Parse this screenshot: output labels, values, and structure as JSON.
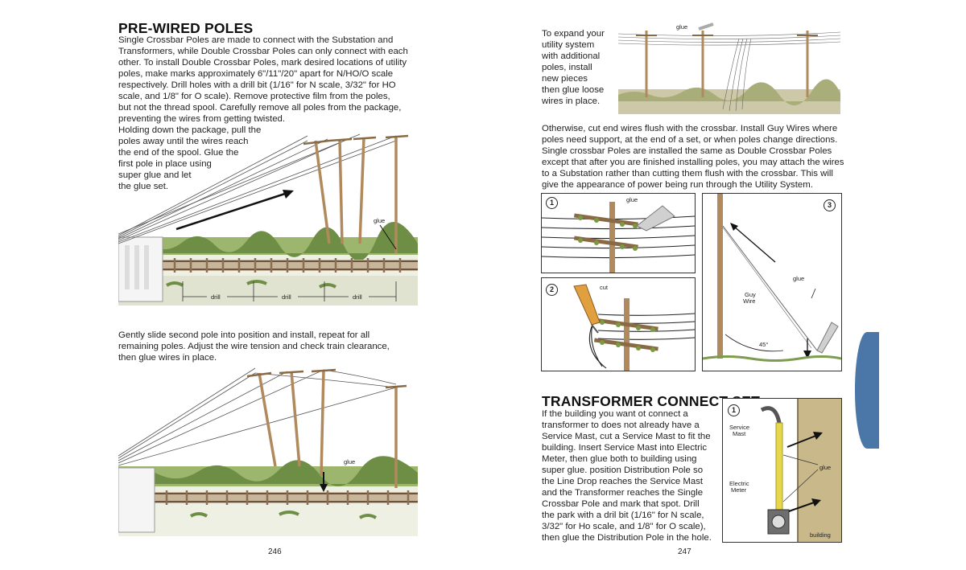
{
  "left_page": {
    "heading": "PRE-WIRED POLES",
    "intro": "Single Crossbar Poles are made to connect with the Substation and\nTransformers, while Double Crossbar Poles can only connect with each\nother. To install Double Crossbar Poles, mark desired locations of utility\npoles, make marks approximately 6\"/11\"/20\" apart for N/HO/O scale\nrespectively. Drill holes with a drill bit (1/16\" for N scale, 3/32\" for HO\nscale, and 1/8\" for O scale). Remove protective film from the poles,\nbut not the thread spool. Carefully remove all poles from the package,\npreventing the wires from getting twisted.",
    "hold_text": "Holding down the package, pull the\npoles away until the wires reach\nthe end of the spool. Glue the\nfirst pole in place using\nsuper glue and let\nthe glue set.",
    "fig1_glue": "glue",
    "fig1_drill": [
      "drill",
      "drill",
      "drill"
    ],
    "slide_text": "Gently slide second pole into position and install, repeat for all\nremaining poles. Adjust the wire tension and check train clearance,\nthen glue wires in place.",
    "fig2_glue": "glue",
    "page_number": "246"
  },
  "right_page": {
    "expand_text": "To expand your\nutility system\nwith additional\npoles, install\nnew pieces\nthen glue loose\nwires in place.",
    "expand_glue": "glue",
    "otherwise_text": "Otherwise, cut end wires flush with the crossbar. Install Guy Wires where\npoles need support, at the end of a set, or when poles change directions.\nSingle crossbar Poles are installed the same as Double Crossbar Poles\nexcept that after you are finished installing poles, you may attach the wires\nto a Substation rather than cutting them flush with the crossbar. This will\ngive the appearance of power being run through the Utility System.",
    "step1_num": "1",
    "step1_label": "glue",
    "step2_num": "2",
    "step2_label": "cut",
    "step3_num": "3",
    "step3_glue": "glue",
    "step3_guy": "Guy\nWire",
    "step3_angle": "45°",
    "transformer_heading": "TRANSFORMER CONNECT SET",
    "transformer_text": "If the building you want ot connect a\ntransformer to does not already have a\nService Mast, cut a Service Mast to fit the\nbuilding. Insert Service Mast into Electric\nMeter, then glue both to building using\nsuper glue. position Distribution Pole so\nthe Line Drop reaches the Service Mast\nand the Transformer reaches the Single\nCrossbar Pole and mark that spot. Drill\nthe park with a dril bit (1/16\" for N scale,\n3/32\" for Ho scale, and 1/8\" for O scale),\nthen glue the Distribution Pole in the hole.",
    "tc_num": "1",
    "tc_service_mast": "Service\nMast",
    "tc_electric_meter": "Electric\nMeter",
    "tc_glue": "glue",
    "tc_building": "building",
    "page_number": "247"
  },
  "colors": {
    "side_tab": "#4a76a8",
    "pole": "#b08a5c",
    "grass": "#7d9c50",
    "track": "#8a6f55"
  }
}
